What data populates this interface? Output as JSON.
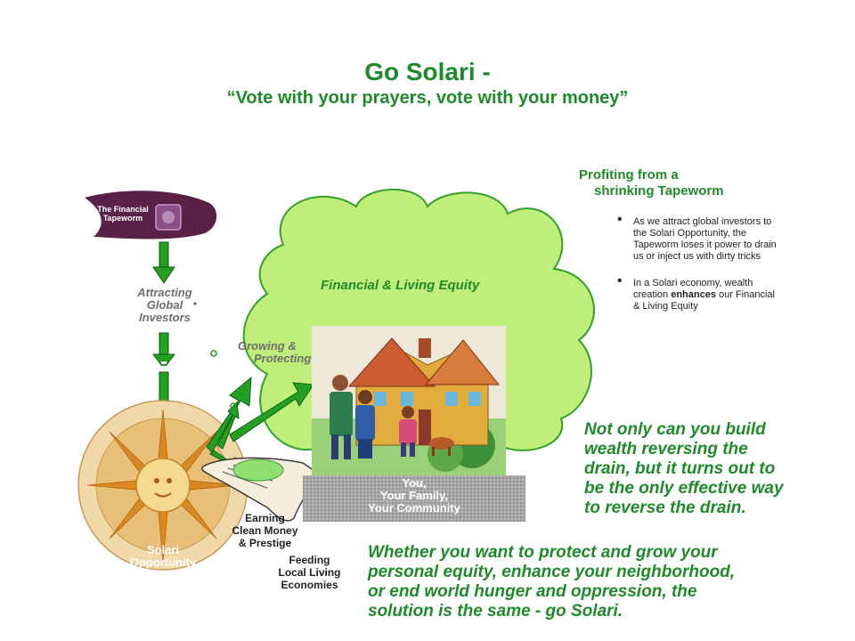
{
  "header": {
    "title": "Go Solari -",
    "subtitle": "“Vote with your prayers, vote with your money”"
  },
  "tapeworm": {
    "label_line1": "The Financial",
    "label_line2": "Tapeworm"
  },
  "labels": {
    "attracting_line1": "Attracting",
    "attracting_line2": "Global",
    "attracting_line3": "Investors",
    "growing_line1": "Growing &",
    "growing_line2": "Protecting",
    "cloud_title": "Financial & Living Equity",
    "earning_line1": "Earning",
    "earning_line2": "Clean Money",
    "earning_line3": "& Prestige",
    "feeding_line1": "Feeding",
    "feeding_line2": "Local Living",
    "feeding_line3": "Economies",
    "solari_line1": "Solari",
    "solari_line2": "Opportunity",
    "you_line1": "You,",
    "you_line2": "Your Family,",
    "you_line3": "Your Community"
  },
  "profiting": {
    "title_line1": "Profiting from a",
    "title_line2": "shrinking Tapeworm",
    "bullets": [
      {
        "line1": "As we attract global investors to",
        "line2": "the Solari Opportunity, the",
        "line3": "Tapeworm loses it power to drain",
        "line4": "us or inject us with  dirty tricks"
      },
      {
        "line1": "In a Solari economy, wealth",
        "line2_pre": "creation ",
        "line2_bold": "enhances",
        "line2_post": " our Financial",
        "line3": "& Living Equity"
      }
    ]
  },
  "callout1": {
    "line1": "Not only can you build",
    "line2": "wealth reversing the",
    "line3": "drain, but it turns out to",
    "line4": "be the only effective way",
    "line5": "to reverse the drain."
  },
  "callout2": {
    "line1": "Whether you want to protect and grow your",
    "line2": "personal equity, enhance your neighborhood,",
    "line3": "or end world hunger and oppression, the",
    "line4": "solution is the same - go Solari."
  },
  "colors": {
    "accent_green": "#1f8a2a",
    "cloud_fill": "#bfee7a",
    "arrow_green": "#23a022",
    "tapeworm_purple": "#5a2148",
    "sun_orange": "#d9891f"
  }
}
